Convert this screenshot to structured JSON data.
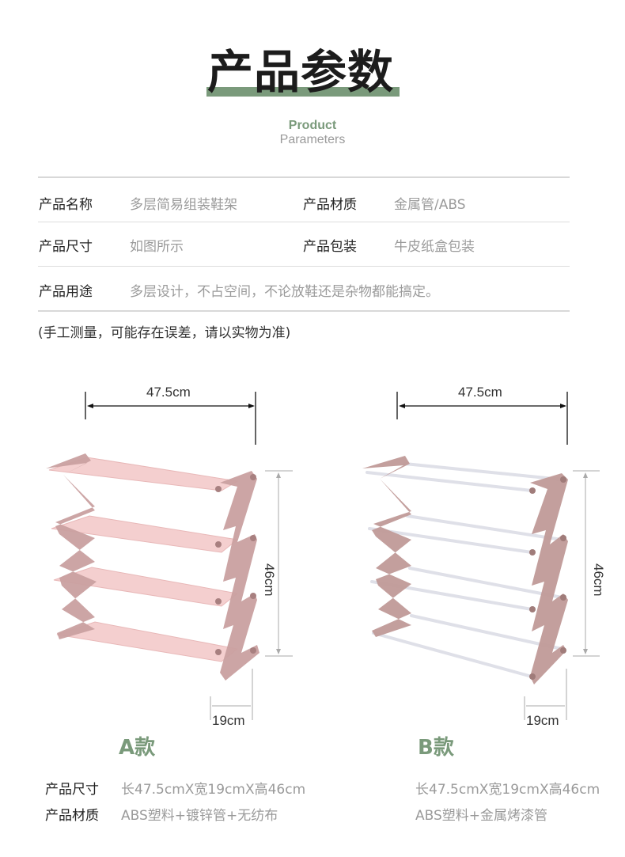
{
  "header": {
    "title": "产品参数",
    "subtitle_en_1": "Product",
    "subtitle_en_2": "Parameters",
    "accent_color": "#7a9a7b"
  },
  "params": [
    {
      "label": "产品名称",
      "value": "多层简易组装鞋架"
    },
    {
      "label": "产品材质",
      "value": "金属管/ABS"
    },
    {
      "label": "产品尺寸",
      "value": "如图所示"
    },
    {
      "label": "产品包装",
      "value": "牛皮纸盒包装"
    },
    {
      "label": "产品用途",
      "value": "多层设计，不占空间，不论放鞋还是杂物都能搞定。"
    }
  ],
  "note": "(手工测量，可能存在误差，请以实物为准)",
  "variants": [
    {
      "name": "A款",
      "width_label": "47.5cm",
      "height_label": "46cm",
      "depth_label": "19cm",
      "size_label": "产品尺寸",
      "size_value": "长47.5cmX宽19cmX高46cm",
      "material_label": "产品材质",
      "material_value": "ABS塑料+镀锌管+无纺布",
      "frame_color": "#c9a0a0",
      "shelf_color": "#f2c8c8"
    },
    {
      "name": "B款",
      "width_label": "47.5cm",
      "height_label": "46cm",
      "depth_label": "19cm",
      "size_value": "长47.5cmX宽19cmX高46cm",
      "material_value": "ABS塑料+金属烤漆管",
      "frame_color": "#c09a98",
      "rod_color": "#e8e8ee"
    }
  ]
}
